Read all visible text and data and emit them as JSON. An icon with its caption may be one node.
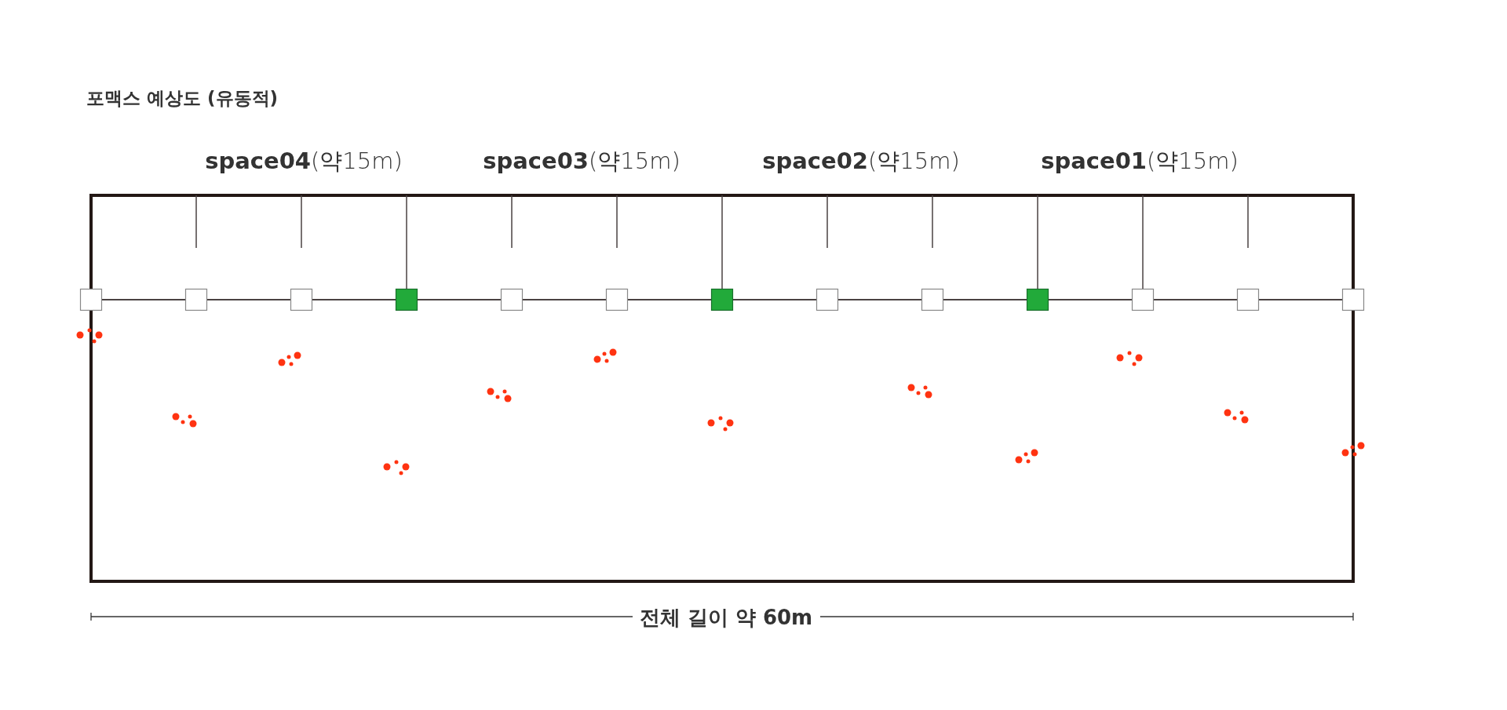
{
  "diagram": {
    "title": "포맥스 예상도 (유동적)",
    "labels": [
      "**space04**(약15m)",
      "**space03**(약15m)",
      "**space02**(약15m)",
      "**space01**(약15m)",
      "전체 길이 약 60m"
    ]
  }
}
